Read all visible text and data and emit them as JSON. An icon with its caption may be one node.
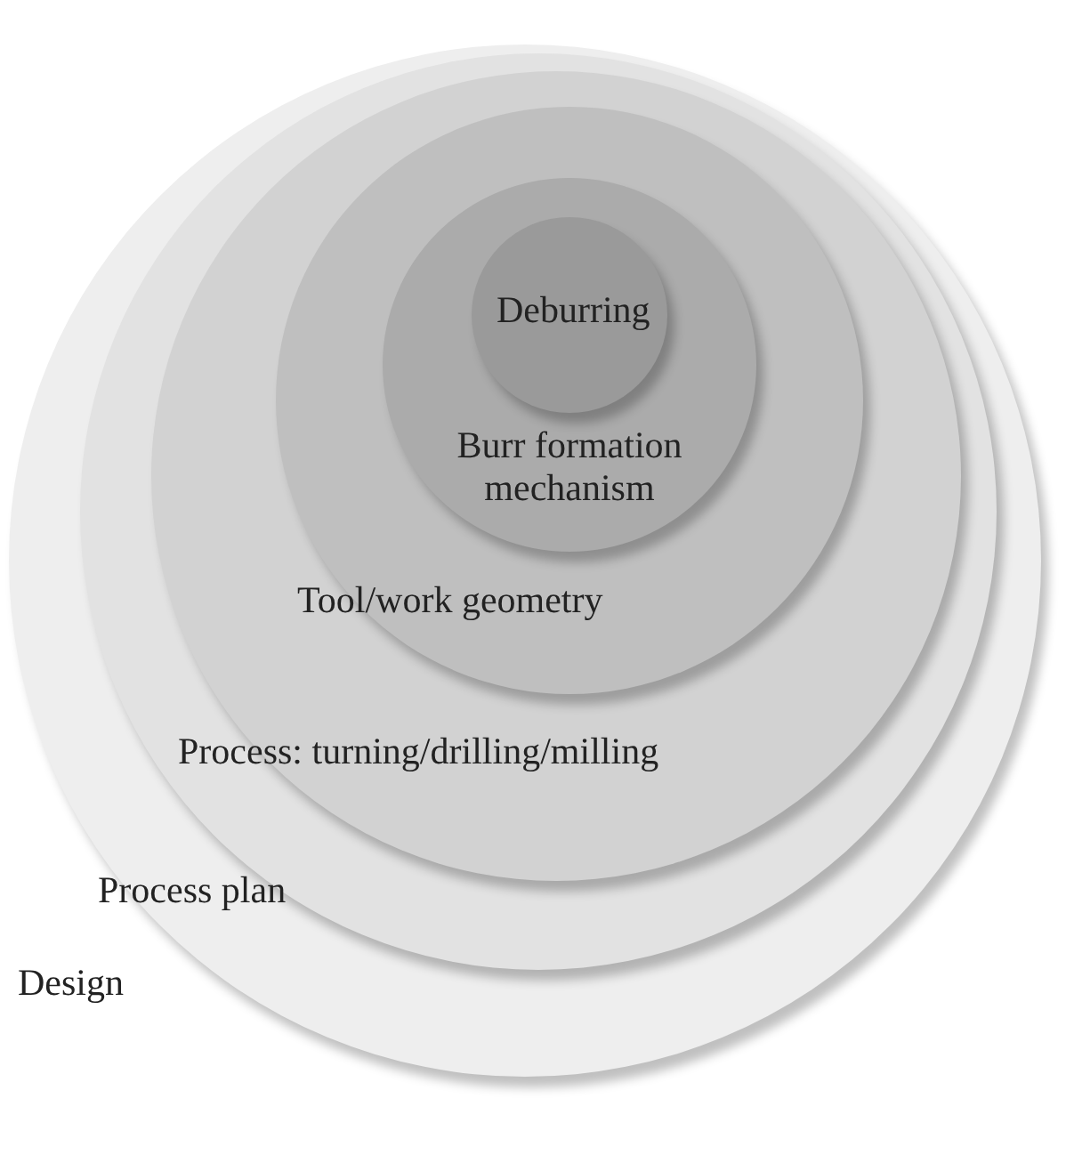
{
  "diagram": {
    "nodes": [
      {
        "text": [
          "Design"
        ]
      },
      {
        "text": [
          "Process plan"
        ],
        "in": 0
      },
      {
        "text": [
          "Process:  turning/drilling/milling"
        ],
        "in": 1
      },
      {
        "text": [
          "Tool/work geometry"
        ],
        "in": 2
      },
      {
        "text": [
          "Burr formation mechanism"
        ],
        "in": 3
      },
      {
        "text": [
          "Deburring"
        ],
        "in": 4
      }
    ]
  }
}
